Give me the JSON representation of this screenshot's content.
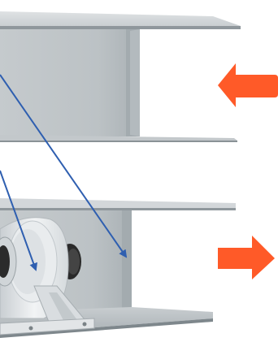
{
  "diagram": {
    "description": "",
    "colors": {
      "background": "#ffffff",
      "panel_light": "#d4d8db",
      "panel_mid": "#b9bfc3",
      "panel_dark": "#8f979c",
      "panel_edge": "#727b80",
      "flow_arrow": "#ff5a28",
      "pointer_line": "#2f5fb0",
      "fan_housing": "#e8ebee",
      "fan_shadow": "#b8bec2",
      "fan_motor": "#2a2a2a"
    },
    "sections": [
      {
        "name": "upper-duct-section",
        "flow_direction": "left"
      },
      {
        "name": "lower-duct-section-with-fan",
        "flow_direction": "right"
      }
    ],
    "pointers": [
      {
        "name": "pointer-1",
        "from": "upper-left",
        "to": "lower-duct-back-wall"
      },
      {
        "name": "pointer-2",
        "from": "left-edge",
        "to": "fan-inlet"
      }
    ],
    "icons": [
      "flow-arrow-left-icon",
      "flow-arrow-right-icon",
      "centrifugal-fan-icon"
    ]
  }
}
